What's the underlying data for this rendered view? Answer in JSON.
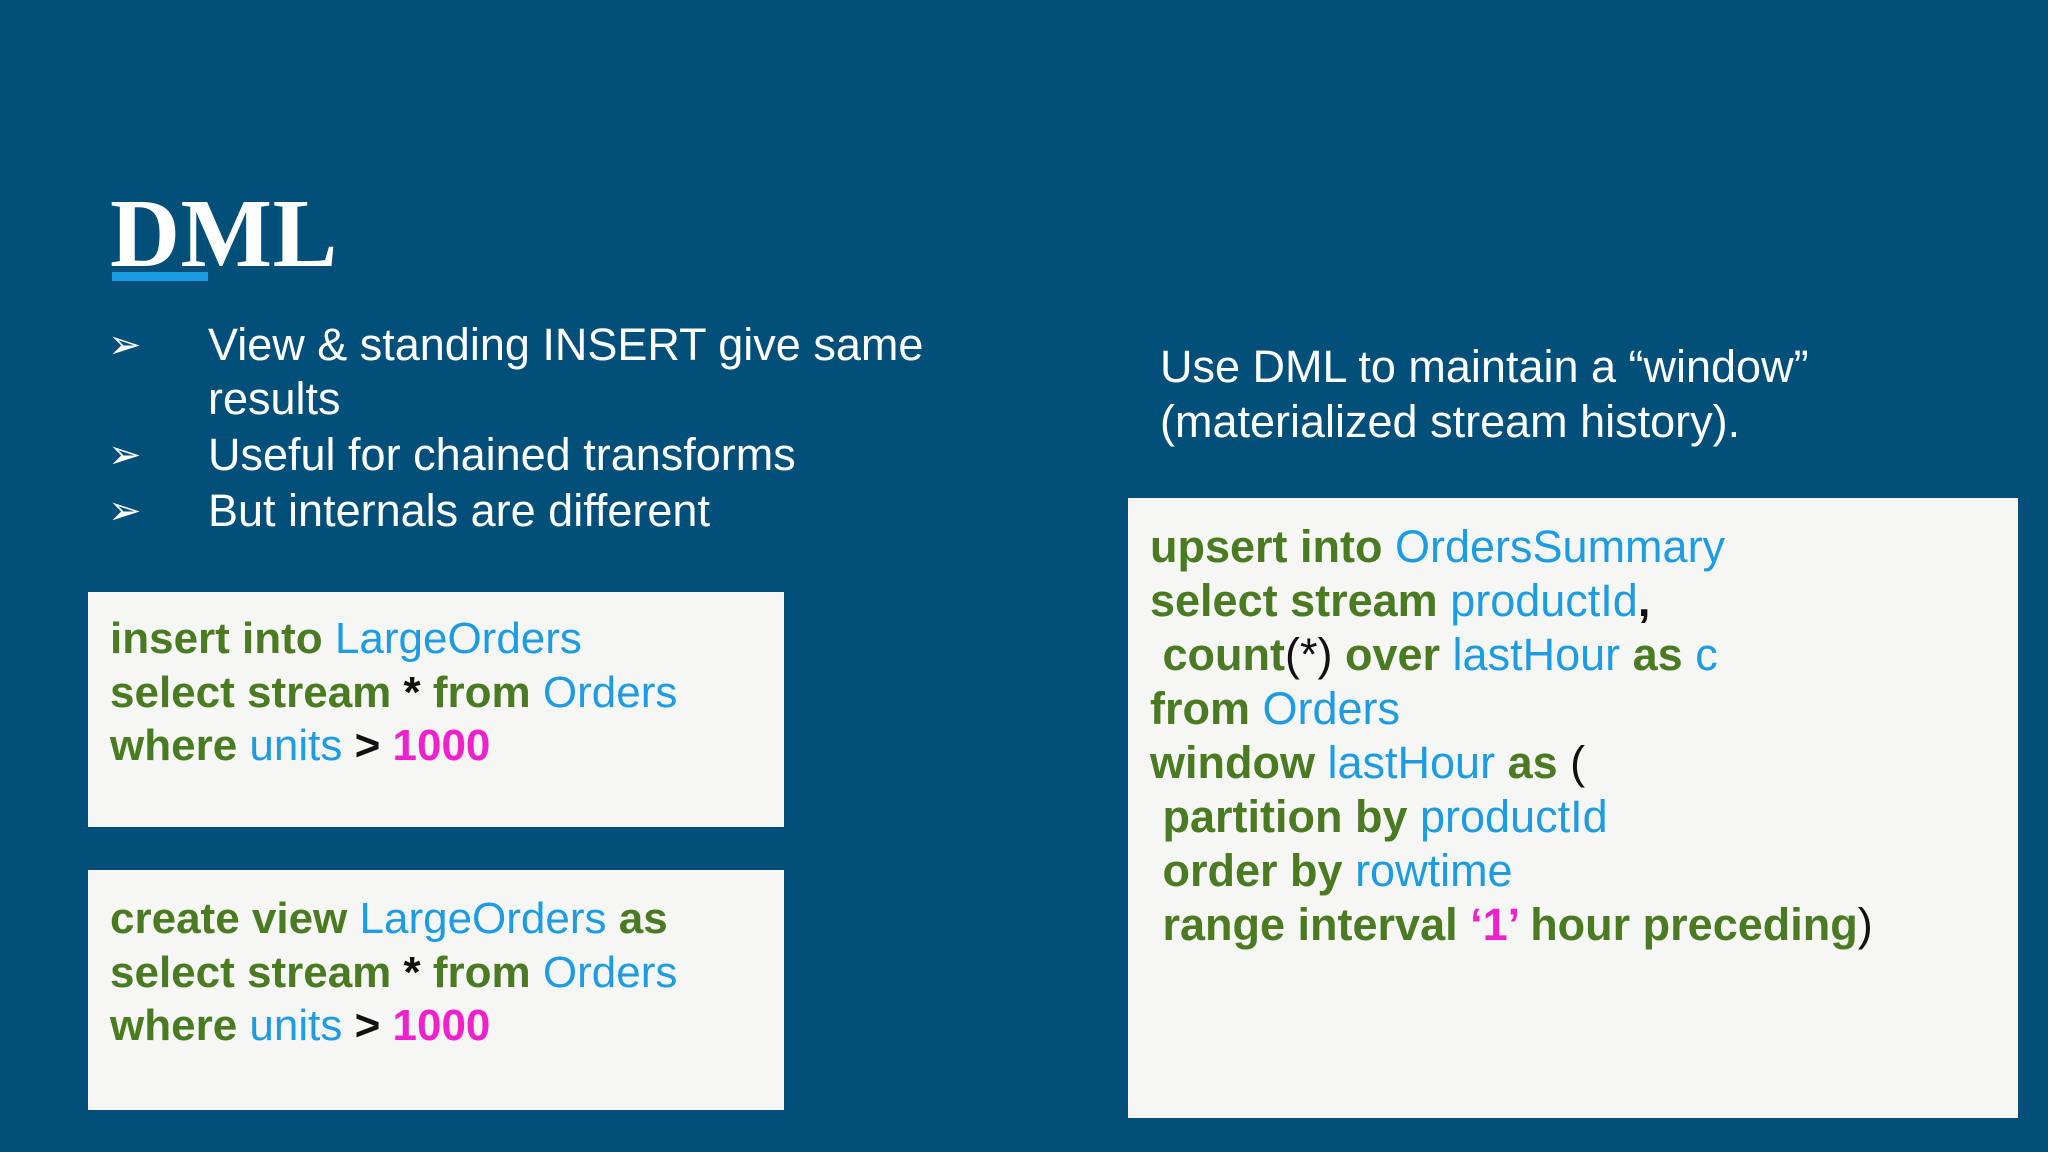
{
  "theme": {
    "background": "#025079",
    "accent": "#1B9BE0",
    "code_background": "#F6F6F4",
    "keyword_color": "#4A7A22",
    "identifier_color": "#1D9BE3",
    "literal_color": "#EE22CC",
    "text_color": "#FFFFFF"
  },
  "slide": {
    "title": "DML"
  },
  "bullets": {
    "marker": "➢",
    "items": [
      "View & standing INSERT give same results",
      "Useful for chained transforms",
      "But internals are different"
    ]
  },
  "right_note": "Use DML to maintain a “window” (materialized stream history).",
  "code_blocks": [
    {
      "id": "insert",
      "lines": [
        [
          {
            "t": "insert into ",
            "k": "kw"
          },
          {
            "t": "LargeOrders",
            "k": "id"
          }
        ],
        [
          {
            "t": "select stream ",
            "k": "kw"
          },
          {
            "t": "*",
            "k": "op"
          },
          {
            "t": " from ",
            "k": "kw"
          },
          {
            "t": "Orders",
            "k": "id"
          }
        ],
        [
          {
            "t": "where ",
            "k": "kw"
          },
          {
            "t": "units",
            "k": "id"
          },
          {
            "t": " ",
            "k": "pn"
          },
          {
            "t": ">",
            "k": "op"
          },
          {
            "t": " ",
            "k": "pn"
          },
          {
            "t": "1000",
            "k": "num"
          }
        ]
      ]
    },
    {
      "id": "view",
      "lines": [
        [
          {
            "t": "create view ",
            "k": "kw"
          },
          {
            "t": "LargeOrders",
            "k": "id"
          },
          {
            "t": " as",
            "k": "kw"
          }
        ],
        [
          {
            "t": "select stream ",
            "k": "kw"
          },
          {
            "t": "*",
            "k": "op"
          },
          {
            "t": " from ",
            "k": "kw"
          },
          {
            "t": "Orders",
            "k": "id"
          }
        ],
        [
          {
            "t": "where ",
            "k": "kw"
          },
          {
            "t": "units",
            "k": "id"
          },
          {
            "t": " ",
            "k": "pn"
          },
          {
            "t": ">",
            "k": "op"
          },
          {
            "t": " ",
            "k": "pn"
          },
          {
            "t": "1000",
            "k": "num"
          }
        ]
      ]
    },
    {
      "id": "upsert",
      "lines": [
        [
          {
            "t": "upsert into ",
            "k": "kw"
          },
          {
            "t": "OrdersSummary",
            "k": "id"
          }
        ],
        [
          {
            "t": "select stream ",
            "k": "kw"
          },
          {
            "t": "productId",
            "k": "id"
          },
          {
            "t": ",",
            "k": "op"
          }
        ],
        [
          {
            "t": " ",
            "k": "pn"
          },
          {
            "t": "count",
            "k": "kw"
          },
          {
            "t": "(*)",
            "k": "pn"
          },
          {
            "t": " over ",
            "k": "kw"
          },
          {
            "t": "lastHour",
            "k": "id"
          },
          {
            "t": " as ",
            "k": "kw"
          },
          {
            "t": "c",
            "k": "id"
          }
        ],
        [
          {
            "t": "from ",
            "k": "kw"
          },
          {
            "t": "Orders",
            "k": "id"
          }
        ],
        [
          {
            "t": "window ",
            "k": "kw"
          },
          {
            "t": "lastHour",
            "k": "id"
          },
          {
            "t": " as ",
            "k": "kw"
          },
          {
            "t": "(",
            "k": "pn"
          }
        ],
        [
          {
            "t": " partition by ",
            "k": "kw"
          },
          {
            "t": "productId",
            "k": "id"
          }
        ],
        [
          {
            "t": " order by ",
            "k": "kw"
          },
          {
            "t": "rowtime",
            "k": "id"
          }
        ],
        [
          {
            "t": " range interval ",
            "k": "kw"
          },
          {
            "t": "‘1’",
            "k": "num"
          },
          {
            "t": " hour preceding",
            "k": "kw"
          },
          {
            "t": ")",
            "k": "pn"
          }
        ]
      ]
    }
  ]
}
